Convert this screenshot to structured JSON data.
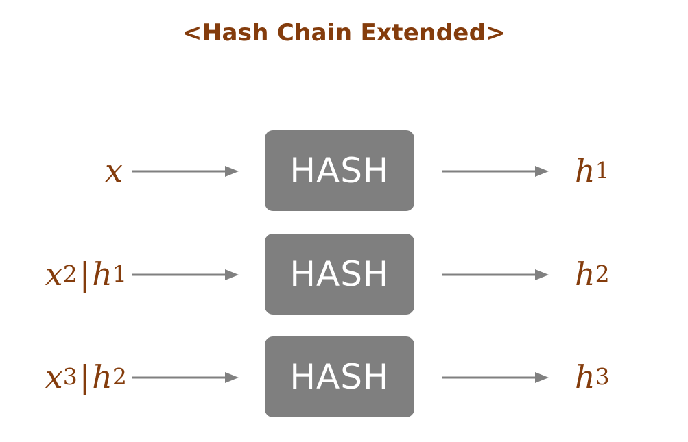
{
  "title": "<Hash Chain Extended>",
  "rows": [
    {
      "input": {
        "base": "x",
        "sub": "",
        "bar": "",
        "base2": "",
        "sub2": ""
      },
      "box_label": "HASH",
      "output": {
        "base": "h",
        "sub": "1"
      }
    },
    {
      "input": {
        "base": "x",
        "sub": "2",
        "bar": "|",
        "base2": "h",
        "sub2": "1"
      },
      "box_label": "HASH",
      "output": {
        "base": "h",
        "sub": "2"
      }
    },
    {
      "input": {
        "base": "x",
        "sub": "3",
        "bar": "|",
        "base2": "h",
        "sub2": "2"
      },
      "box_label": "HASH",
      "output": {
        "base": "h",
        "sub": "3"
      }
    }
  ],
  "colors": {
    "accent": "#843C0C",
    "box": "#7F7F7F",
    "arrow": "#808080"
  }
}
